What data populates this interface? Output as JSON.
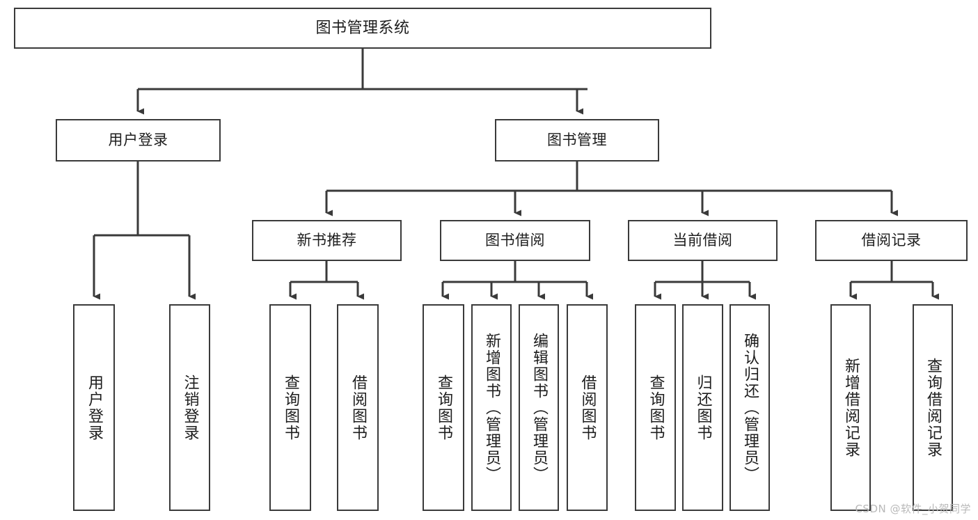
{
  "diagram": {
    "title": "图书管理系统",
    "type": "tree",
    "watermark": "CSDN @软件_小贺同学",
    "colors": {
      "box_border": "#3a3a3a",
      "box_fill": "#ffffff",
      "edge": "#3a3a3a",
      "text": "#1d1d1d",
      "watermark": "#b9b9b9"
    },
    "nodes": {
      "root": {
        "label": "图书管理系统"
      },
      "level1": [
        {
          "label": "用户登录"
        },
        {
          "label": "图书管理"
        }
      ],
      "level2": [
        {
          "label": "新书推荐"
        },
        {
          "label": "图书借阅"
        },
        {
          "label": "当前借阅"
        },
        {
          "label": "借阅记录"
        }
      ],
      "leaves": {
        "user_login": [
          {
            "label": "用户登录"
          },
          {
            "label": "注销登录"
          }
        ],
        "new_book_recommend": [
          {
            "label": "查询图书"
          },
          {
            "label": "借阅图书"
          }
        ],
        "book_borrow": [
          {
            "label": "查询图书"
          },
          {
            "label": "新增图书（管理员）"
          },
          {
            "label": "编辑图书（管理员）"
          },
          {
            "label": "借阅图书"
          }
        ],
        "current_borrow": [
          {
            "label": "查询图书"
          },
          {
            "label": "归还图书"
          },
          {
            "label": "确认归还（管理员）"
          }
        ],
        "borrow_record": [
          {
            "label": "新增借阅记录"
          },
          {
            "label": "查询借阅记录"
          }
        ]
      }
    }
  }
}
